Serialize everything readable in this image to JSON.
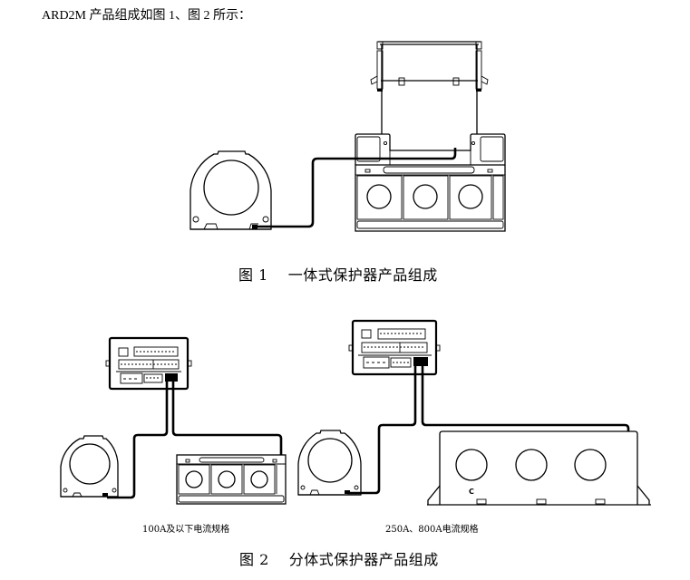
{
  "document": {
    "intro_text": "ARD2M 产品组成如图 1、图 2 所示：",
    "figure1": {
      "caption_number": "图 1",
      "caption_title": "一体式保护器产品组成"
    },
    "figure2": {
      "caption_number": "图 2",
      "caption_title": "分体式保护器产品组成",
      "sub_labels": {
        "left": "100A及以下电流规格",
        "right": "250A、800A电流规格"
      },
      "ct_marking": "C"
    }
  }
}
